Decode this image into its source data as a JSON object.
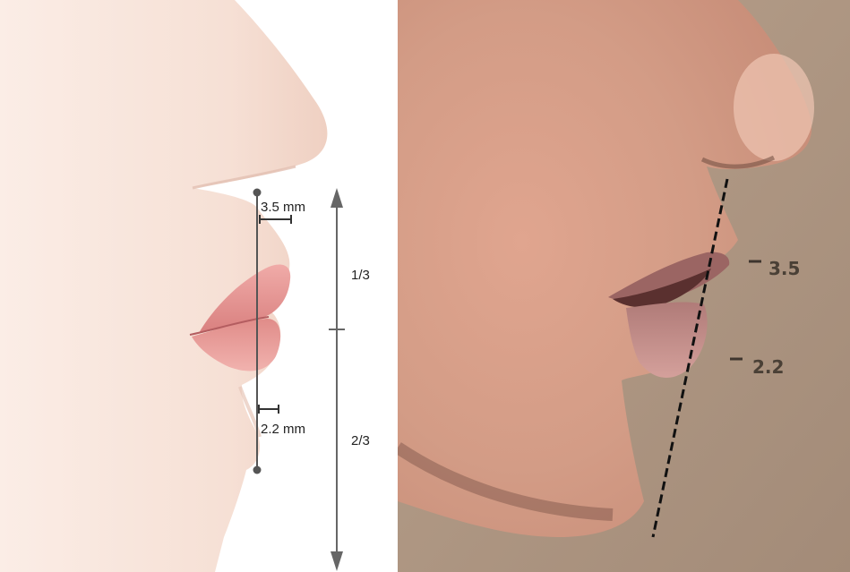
{
  "illustration": {
    "upper_gap_label": "3.5 mm",
    "lower_gap_label": "2.2 mm",
    "upper_ratio_label": "1/3",
    "lower_ratio_label": "2/3"
  },
  "photo": {
    "upper_gap_label": "3.5",
    "lower_gap_label": "2.2"
  },
  "colors": {
    "skin_light": "#f7e4da",
    "skin_shadow": "#eccbbd",
    "lip": "#e69a98",
    "lip_dark": "#c76f70",
    "measure_line": "#555555",
    "photo_background": "#b19a87"
  }
}
